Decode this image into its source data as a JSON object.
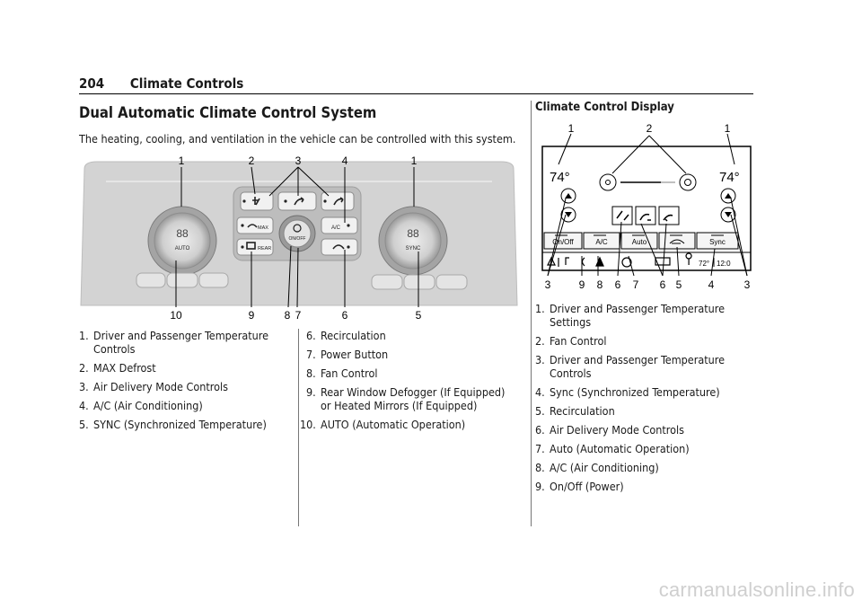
{
  "header": {
    "page_number": "204",
    "section": "Climate Controls"
  },
  "section_title": "Dual Automatic Climate Control System",
  "intro": "The heating, cooling, and ventilation in the vehicle can be controlled with this system.",
  "figure1": {
    "top_callouts": [
      "1",
      "2",
      "3",
      "4",
      "1"
    ],
    "bottom_callouts": [
      "10",
      "9",
      "8",
      "7",
      "6",
      "5"
    ],
    "dial_display": "88",
    "left_dial_label": "AUTO",
    "right_dial_label": "SYNC",
    "max_label": "MAX",
    "rear_label": "REAR",
    "power_label": "ON/OFF",
    "ac_label": "A/C"
  },
  "list1_col1": [
    {
      "num": "1.",
      "text": "Driver and Passenger Temperature Controls"
    },
    {
      "num": "2.",
      "text": "MAX Defrost"
    },
    {
      "num": "3.",
      "text": "Air Delivery Mode Controls"
    },
    {
      "num": "4.",
      "text": "A/C (Air Conditioning)"
    },
    {
      "num": "5.",
      "text": "SYNC (Synchronized Temperature)"
    }
  ],
  "list1_col2": [
    {
      "num": "6.",
      "text": "Recirculation"
    },
    {
      "num": "7.",
      "text": "Power Button"
    },
    {
      "num": "8.",
      "text": "Fan Control"
    },
    {
      "num": "9.",
      "text": "Rear Window Defogger (If Equipped) or Heated Mirrors (If Equipped)"
    },
    {
      "num": "10.",
      "text": "AUTO (Automatic Operation)"
    }
  ],
  "display_title": "Climate Control Display",
  "figure2": {
    "top_callouts": [
      "1",
      "2",
      "1"
    ],
    "bottom_callouts": [
      "3",
      "9",
      "8",
      "6",
      "7",
      "6",
      "5",
      "4",
      "3"
    ],
    "left_temp": "74°",
    "right_temp": "74°",
    "buttons": [
      "On/Off",
      "A/C",
      "Auto",
      "Sync"
    ],
    "status_temp": "72°",
    "status_time": "12:0"
  },
  "list2": [
    {
      "num": "1.",
      "text": "Driver and Passenger Temperature Settings"
    },
    {
      "num": "2.",
      "text": "Fan Control"
    },
    {
      "num": "3.",
      "text": "Driver and Passenger Temperature Controls"
    },
    {
      "num": "4.",
      "text": "Sync (Synchronized Temperature)"
    },
    {
      "num": "5.",
      "text": "Recirculation"
    },
    {
      "num": "6.",
      "text": "Air Delivery Mode Controls"
    },
    {
      "num": "7.",
      "text": "Auto (Automatic Operation)"
    },
    {
      "num": "8.",
      "text": "A/C (Air Conditioning)"
    },
    {
      "num": "9.",
      "text": "On/Off (Power)"
    }
  ],
  "watermark": "carmanualsonline.info"
}
